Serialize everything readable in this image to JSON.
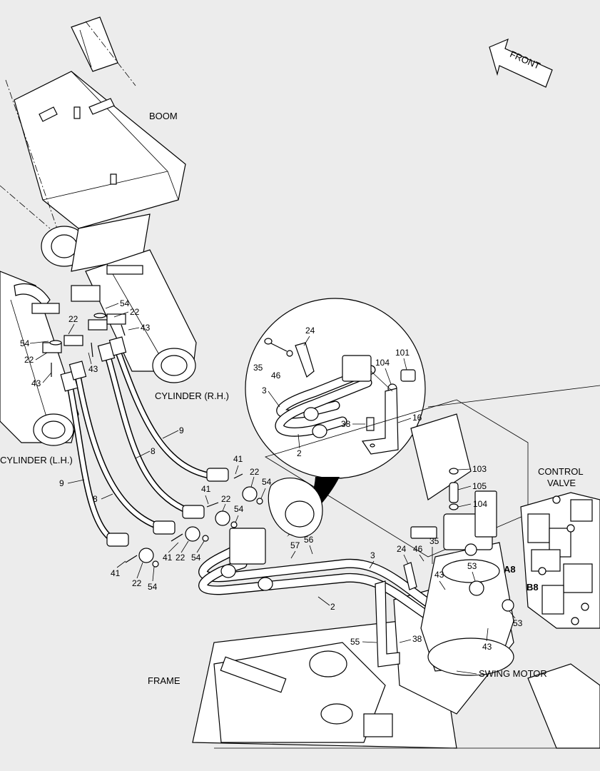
{
  "colors": {
    "background": "#ececec",
    "ink": "#000000",
    "fill": "#ffffff"
  },
  "direction": {
    "label": "FRONT"
  },
  "assemblies": {
    "boom": "BOOM",
    "cylinder_rh": "CYLINDER (R.H.)",
    "cylinder_lh": "CYLINDER (L.H.)",
    "control_valve_line1": "CONTROL",
    "control_valve_line2": "VALVE",
    "frame": "FRAME",
    "swing_motor": "SWING MOTOR"
  },
  "ports": {
    "a8": "A8",
    "b8": "B8"
  },
  "detail_callouts": {
    "c24": "24",
    "c35": "35",
    "c46": "46",
    "c3": "3",
    "c104": "104",
    "c101": "101",
    "c16": "16",
    "c38": "38",
    "c2": "2"
  },
  "callouts": {
    "c54a": "54",
    "c22a": "22",
    "c22b": "22",
    "c43a": "43",
    "c54b": "54",
    "c22c": "22",
    "c43b": "43",
    "c43c": "43",
    "c9a": "9",
    "c8a": "8",
    "c9b": "9",
    "c8b": "8",
    "c41a": "41",
    "c22d": "22",
    "c54c": "54",
    "c41b": "41",
    "c22e": "22",
    "c54d": "54",
    "c41c": "41",
    "c22f": "22",
    "c54e": "54",
    "c41d": "41",
    "c22g": "22",
    "c54f": "54",
    "c57": "57",
    "c56": "56",
    "c3b": "3",
    "c2b": "2",
    "c24b": "24",
    "c46b": "46",
    "c35b": "35",
    "c43d": "43",
    "c103": "103",
    "c105": "105",
    "c104b": "104",
    "c53a": "53",
    "c53b": "53",
    "c43e": "43",
    "c55": "55",
    "c38b": "38"
  }
}
